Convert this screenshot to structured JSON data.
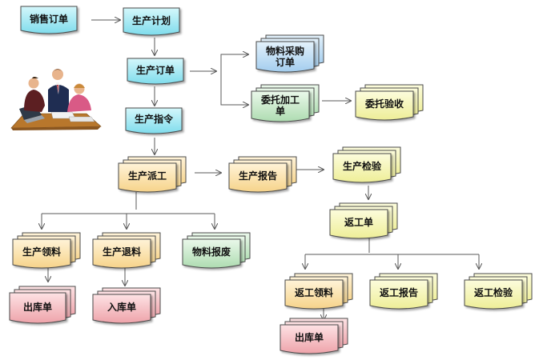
{
  "colors": {
    "cyan": "#8fe6f2",
    "blue": "#b0d6f0",
    "green": "#bfe6c2",
    "yellow": "#f5f5b0",
    "orange": "#fbe0a6",
    "pink": "#f4b8bd",
    "edge": "#5a5a5a"
  },
  "nodes": {
    "sales_order": "销售订单",
    "production_plan": "生产计划",
    "production_order": "生产订单",
    "production_instruction": "生产指令",
    "material_purchase": [
      "物料采购",
      "订单"
    ],
    "outsource_process": [
      "委托加工",
      "单"
    ],
    "outsource_inspection": "委托验收",
    "dispatch": "生产派工",
    "production_report": "生产报告",
    "production_inspection": "生产检验",
    "rework": "返工单",
    "material_request": "生产领料",
    "material_return": "生产退料",
    "material_scrap": "物料报废",
    "rework_material": "返工领料",
    "rework_report": "返工报告",
    "rework_inspection": "返工检验",
    "outbound_1": "出库单",
    "inbound": "入库单",
    "outbound_2": "出库单"
  },
  "illustration": "business-meeting-clipart"
}
